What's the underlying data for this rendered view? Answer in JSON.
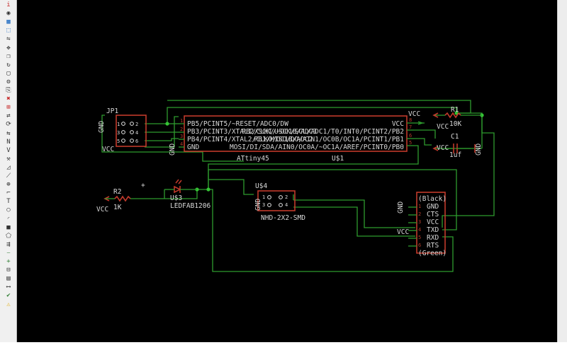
{
  "toolbar": {
    "tools": [
      {
        "icon": "info-icon",
        "glyph": "i"
      },
      {
        "icon": "eye-icon",
        "glyph": "◉"
      },
      {
        "icon": "layers-icon",
        "glyph": "▦"
      },
      {
        "icon": "select-icon",
        "glyph": "⬚"
      },
      {
        "icon": "mirror-icon",
        "glyph": "⇋"
      },
      {
        "icon": "move-icon",
        "glyph": "✥"
      },
      {
        "icon": "copy-icon",
        "glyph": "❐"
      },
      {
        "icon": "rotate-icon",
        "glyph": "↻"
      },
      {
        "icon": "group-icon",
        "glyph": "▢"
      },
      {
        "icon": "change-icon",
        "glyph": "⚙"
      },
      {
        "icon": "paste-icon",
        "glyph": "⎘"
      },
      {
        "icon": "delete-icon",
        "glyph": "✖"
      },
      {
        "icon": "add-icon",
        "glyph": "⊞"
      },
      {
        "icon": "pinswap-icon",
        "glyph": "⇄"
      },
      {
        "icon": "replace-icon",
        "glyph": "⟳"
      },
      {
        "icon": "gateswap-icon",
        "glyph": "⇆"
      },
      {
        "icon": "name-icon",
        "glyph": "N"
      },
      {
        "icon": "value-icon",
        "glyph": "V"
      },
      {
        "icon": "smash-icon",
        "glyph": "⚒"
      },
      {
        "icon": "miter-icon",
        "glyph": "◿"
      },
      {
        "icon": "split-icon",
        "glyph": "⟋"
      },
      {
        "icon": "invoke-icon",
        "glyph": "⊕"
      },
      {
        "icon": "wire-icon",
        "glyph": "⌐"
      },
      {
        "icon": "text-icon",
        "glyph": "T"
      },
      {
        "icon": "circle-icon",
        "glyph": "○"
      },
      {
        "icon": "arc-icon",
        "glyph": "◜"
      },
      {
        "icon": "rect-icon",
        "glyph": "■"
      },
      {
        "icon": "polygon-icon",
        "glyph": "⬠"
      },
      {
        "icon": "bus-icon",
        "glyph": "⇶"
      },
      {
        "icon": "net-icon",
        "glyph": "⎯"
      },
      {
        "icon": "junction-icon",
        "glyph": "+"
      },
      {
        "icon": "label-icon",
        "glyph": "⊟"
      },
      {
        "icon": "attribute-icon",
        "glyph": "▤"
      },
      {
        "icon": "dimension-icon",
        "glyph": "⟷"
      },
      {
        "icon": "erc-icon",
        "glyph": "✔"
      },
      {
        "icon": "errors-icon",
        "glyph": "⚠"
      }
    ],
    "colors": {
      "accent_red": "#c62828",
      "accent_green": "#2e7d32",
      "accent_blue": "#1565c0",
      "warn": "#e0a800"
    }
  },
  "schematic": {
    "colors": {
      "background": "#000000",
      "wire": "#2e9b2e",
      "outline": "#c0392b",
      "text": "#d8d8d8",
      "junction": "#35c435"
    },
    "jp1": {
      "name": "JP1",
      "gnd": "GND",
      "vcc": "VCC",
      "pins": [
        "1",
        "2",
        "3",
        "4",
        "5",
        "6"
      ]
    },
    "u1": {
      "pin_left_1": "PB5/PCINT5/~RESET/ADC0/DW",
      "pin_left_2": "PB3/PCINT3/XTAL1/CLKI/~OC1B/ADC3",
      "pin_left_3": "PB4/PCINT4/XTAL2/CLKO/OC1B/ADC2",
      "pin_left_4": "GND",
      "pin_right_1": "VCC",
      "pin_right_2": "PB2/SCK/USCK/SCL/ADC1/T0/INT0/PCINT2/PB2",
      "pin_right_3": "PB1/MISO/DO/AIN1/OC0B/OC1A/PCINT1/PB1",
      "pin_right_4": "MOSI/DI/SDA/AIN0/OC0A/~OC1A/AREF/PCINT0/PB0",
      "gnd_label": "GND",
      "vcc_label": "VCC",
      "value": "ATtiny45",
      "name": "U$1",
      "pin_numbers": [
        "1",
        "2",
        "3",
        "4",
        "8",
        "7",
        "6",
        "5"
      ]
    },
    "r1": {
      "name": "R1",
      "value": "10K",
      "vcc": "VCC"
    },
    "c1": {
      "name": "C1",
      "value": "1uf",
      "vcc": "VCC",
      "gnd": "GND"
    },
    "r2": {
      "name": "R2",
      "value": "1K",
      "vcc": "VCC"
    },
    "led": {
      "name": "U$3",
      "value": "LEDFAB1206"
    },
    "u4": {
      "name": "U$4",
      "value": "NHD-2X2-SMD",
      "gnd": "GND",
      "pins": [
        "1",
        "2",
        "3",
        "4"
      ]
    },
    "ftdi": {
      "gnd": "GND",
      "vcc": "VCC",
      "pins": [
        "(Black)",
        "GND",
        "CTS",
        "VCC",
        "TXD",
        "RXD",
        "RTS",
        "(Green)"
      ],
      "pin_numbers": [
        "1",
        "2",
        "3",
        "4",
        "5",
        "6"
      ]
    },
    "cursor_mark": "+"
  }
}
